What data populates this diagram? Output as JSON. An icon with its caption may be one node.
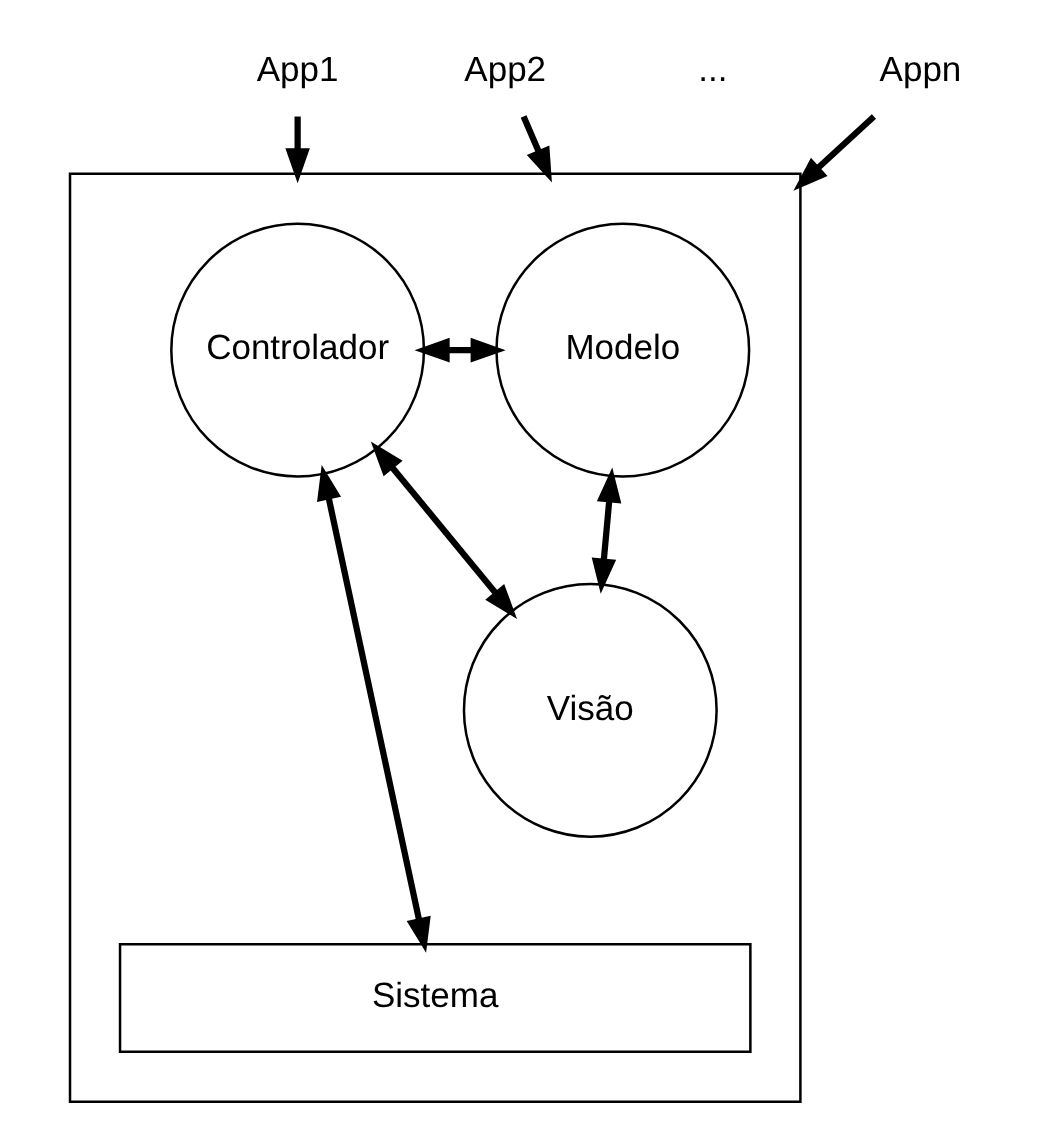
{
  "diagram": {
    "nodes": [
      {
        "text": [
          "App1"
        ]
      },
      {
        "text": [
          "App2"
        ]
      },
      {
        "text": [
          "Appn"
        ]
      },
      {
        "text": [],
        "shape": "box"
      },
      {
        "text": [
          "Controlador"
        ],
        "in": 3
      },
      {
        "text": [
          "Modelo"
        ],
        "in": 3
      },
      {
        "text": [
          "Visão"
        ],
        "in": 3
      },
      {
        "text": [
          "Sistema"
        ],
        "in": 3
      }
    ],
    "edges": [
      {
        "from": 0,
        "to": 3,
        "arrow": "to"
      },
      {
        "from": 1,
        "to": 3,
        "arrow": "to"
      },
      {
        "from": 2,
        "to": 3,
        "arrow": "to"
      },
      {
        "from": 4,
        "to": 5,
        "arrow": "both"
      },
      {
        "from": 4,
        "to": 6,
        "arrow": "both"
      },
      {
        "from": 5,
        "to": 6,
        "arrow": "both"
      },
      {
        "from": 4,
        "to": 7,
        "arrow": "both"
      }
    ],
    "labels": [
      "..."
    ]
  }
}
